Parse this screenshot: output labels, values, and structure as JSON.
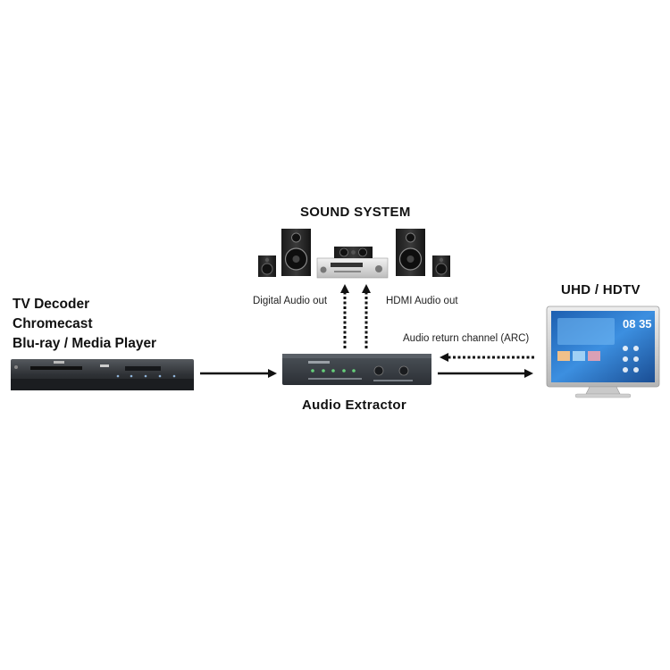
{
  "sound_system": {
    "title": "SOUND SYSTEM"
  },
  "source": {
    "lines": [
      "TV Decoder",
      "Chromecast",
      "Blu-ray  / Media Player"
    ]
  },
  "tv": {
    "title": "UHD / HDTV",
    "screen_time": "08 35"
  },
  "extractor": {
    "title": "Audio Extractor"
  },
  "labels": {
    "digital_audio_out": "Digital Audio out",
    "hdmi_audio_out": "HDMI Audio out",
    "arc": "Audio return channel (ARC)"
  },
  "colors": {
    "arrow": "#111111",
    "device_dark": "#2a2d31",
    "tv_blue": "#2f6fb5"
  }
}
